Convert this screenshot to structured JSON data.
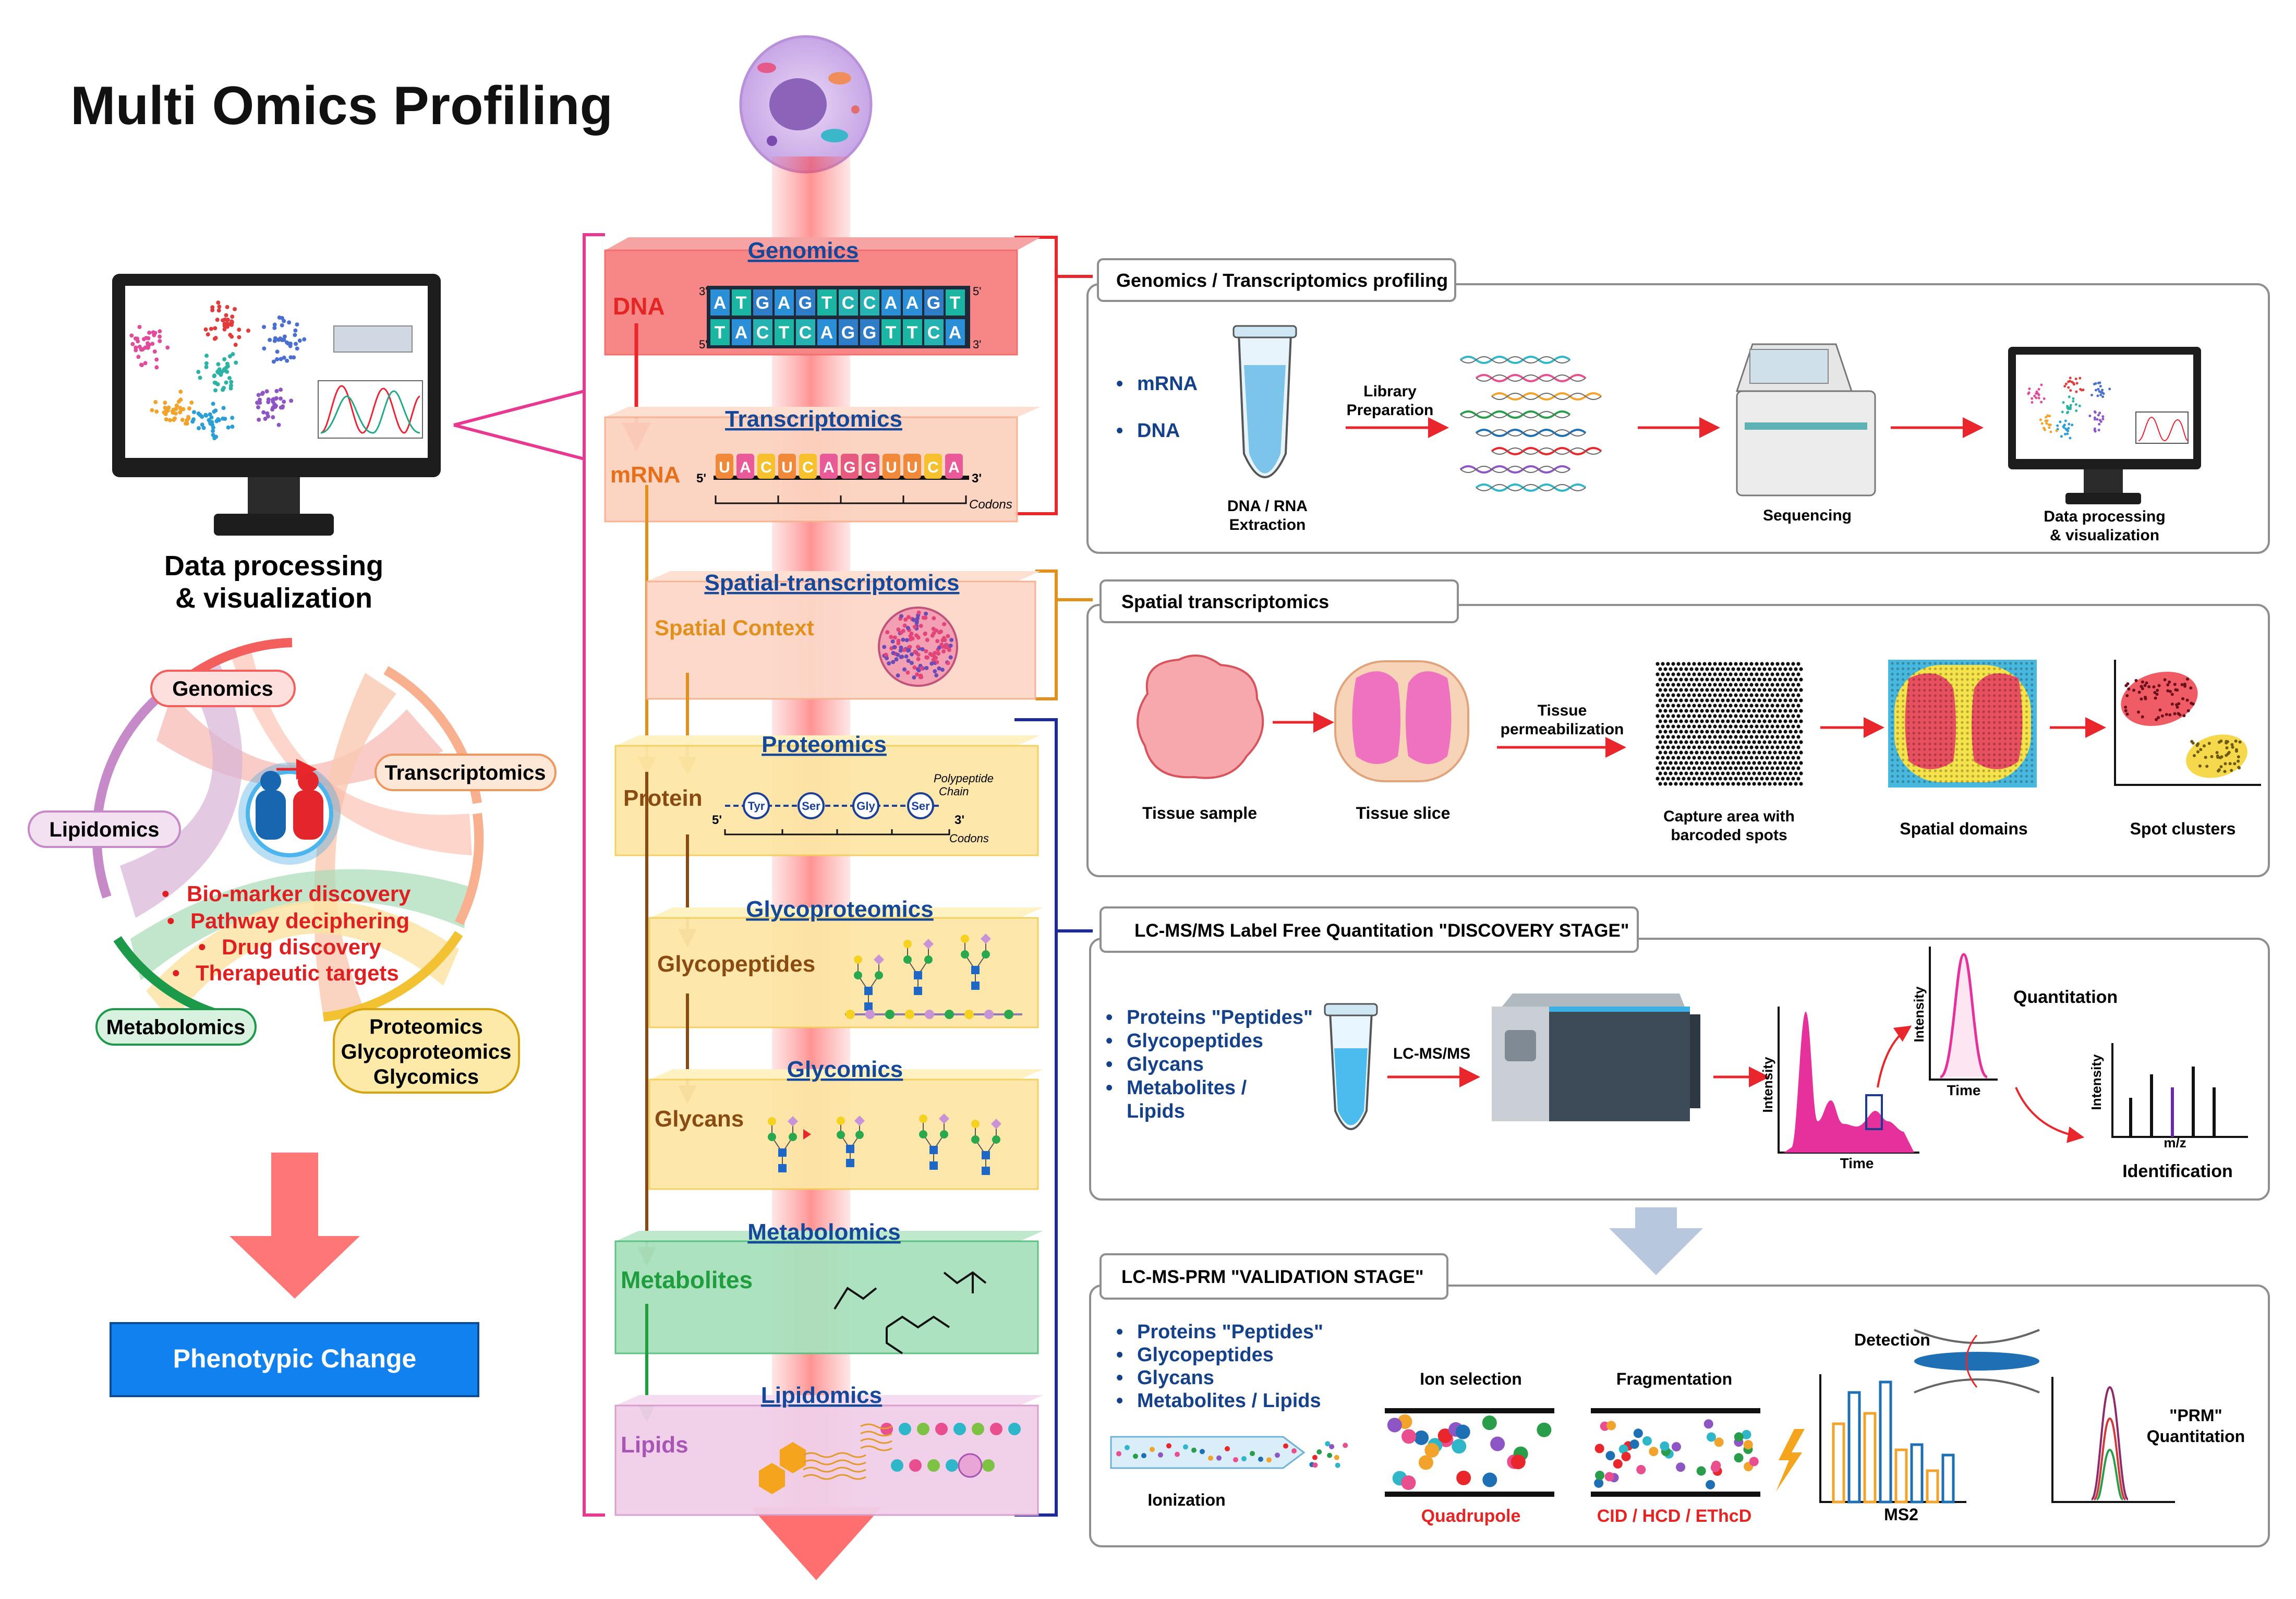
{
  "title": "Multi Omics Profiling",
  "left": {
    "monitor_caption_1": "Data processing",
    "monitor_caption_2": "& visualization",
    "chord_labels": {
      "genomics": "Genomics",
      "transcriptomics": "Transcriptomics",
      "lipidomics": "Lipidomics",
      "metabolomics": "Metabolomics",
      "proteomics": "Proteomics",
      "glycoproteomics": "Glycoproteomics",
      "glycomics": "Glycomics"
    },
    "applications": [
      "Bio-marker discovery",
      "Pathway deciphering",
      "Drug discovery",
      "Therapeutic targets"
    ],
    "phenotype": "Phenotypic Change"
  },
  "center": {
    "layers": {
      "genomics": {
        "title": "Genomics",
        "label": "DNA",
        "seq_top": [
          "A",
          "T",
          "G",
          "A",
          "G",
          "T",
          "C",
          "C",
          "A",
          "A",
          "G",
          "T"
        ],
        "seq_bottom": [
          "T",
          "A",
          "C",
          "T",
          "C",
          "A",
          "G",
          "G",
          "T",
          "T",
          "C",
          "A"
        ],
        "end_3": "3'",
        "end_5": "5'"
      },
      "transcriptomics": {
        "title": "Transcriptomics",
        "label": "mRNA",
        "seq": [
          "U",
          "A",
          "C",
          "U",
          "C",
          "A",
          "G",
          "G",
          "U",
          "U",
          "C",
          "A"
        ],
        "end_5": "5'",
        "end_3": "3'",
        "codons": "Codons"
      },
      "spatial": {
        "title": "Spatial-transcriptomics",
        "label": "Spatial Context"
      },
      "proteomics": {
        "title": "Proteomics",
        "label": "Protein",
        "residues": [
          "Tyr",
          "Ser",
          "Gly",
          "Ser"
        ],
        "chain_1": "Polypeptide",
        "chain_2": "Chain",
        "end_5": "5'",
        "end_3": "3'",
        "codons": "Codons"
      },
      "glycoproteomics": {
        "title": "Glycoproteomics",
        "label": "Glycopeptides"
      },
      "glycomics": {
        "title": "Glycomics",
        "label": "Glycans"
      },
      "metabolomics": {
        "title": "Metabolomics",
        "label": "Metabolites"
      },
      "lipidomics": {
        "title": "Lipidomics",
        "label": "Lipids"
      }
    }
  },
  "panels": {
    "genomic": {
      "header": "Genomics / Transcriptomics profiling",
      "bullets": [
        "mRNA",
        "DNA"
      ],
      "library": [
        "Library",
        "Preparation"
      ],
      "extraction": [
        "DNA / RNA",
        "Extraction"
      ],
      "sequencing": "Sequencing",
      "processing": [
        "Data processing",
        "& visualization"
      ]
    },
    "spatial": {
      "header": "Spatial transcriptomics",
      "tissue_sample": "Tissue sample",
      "tissue_slice": "Tissue slice",
      "permeabilization": [
        "Tissue",
        "permeabilization"
      ],
      "capture": [
        "Capture area with",
        "barcoded spots"
      ],
      "domains": "Spatial domains",
      "clusters": "Spot clusters"
    },
    "discovery": {
      "header": "LC-MS/MS Label Free Quantitation \"DISCOVERY STAGE\"",
      "bullets": [
        "Proteins \"Peptides\"",
        "Glycopeptides",
        "Glycans",
        "Metabolites /",
        "Lipids"
      ],
      "lcms": "LC-MS/MS",
      "intensity": "Intensity",
      "time": "Time",
      "mz": "m/z",
      "quantitation": "Quantitation",
      "identification": "Identification"
    },
    "validation": {
      "header": "LC-MS-PRM \"VALIDATION STAGE\"",
      "bullets": [
        "Proteins \"Peptides\"",
        "Glycopeptides",
        "Glycans",
        "Metabolites / Lipids"
      ],
      "ionization": "Ionization",
      "ion_selection": "Ion selection",
      "quadrupole": "Quadrupole",
      "fragmentation": "Fragmentation",
      "cid": "CID / HCD / EThcD",
      "detection": "Detection",
      "ms2": "MS2",
      "prm_1": "\"PRM\"",
      "prm_2": "Quantitation"
    }
  }
}
